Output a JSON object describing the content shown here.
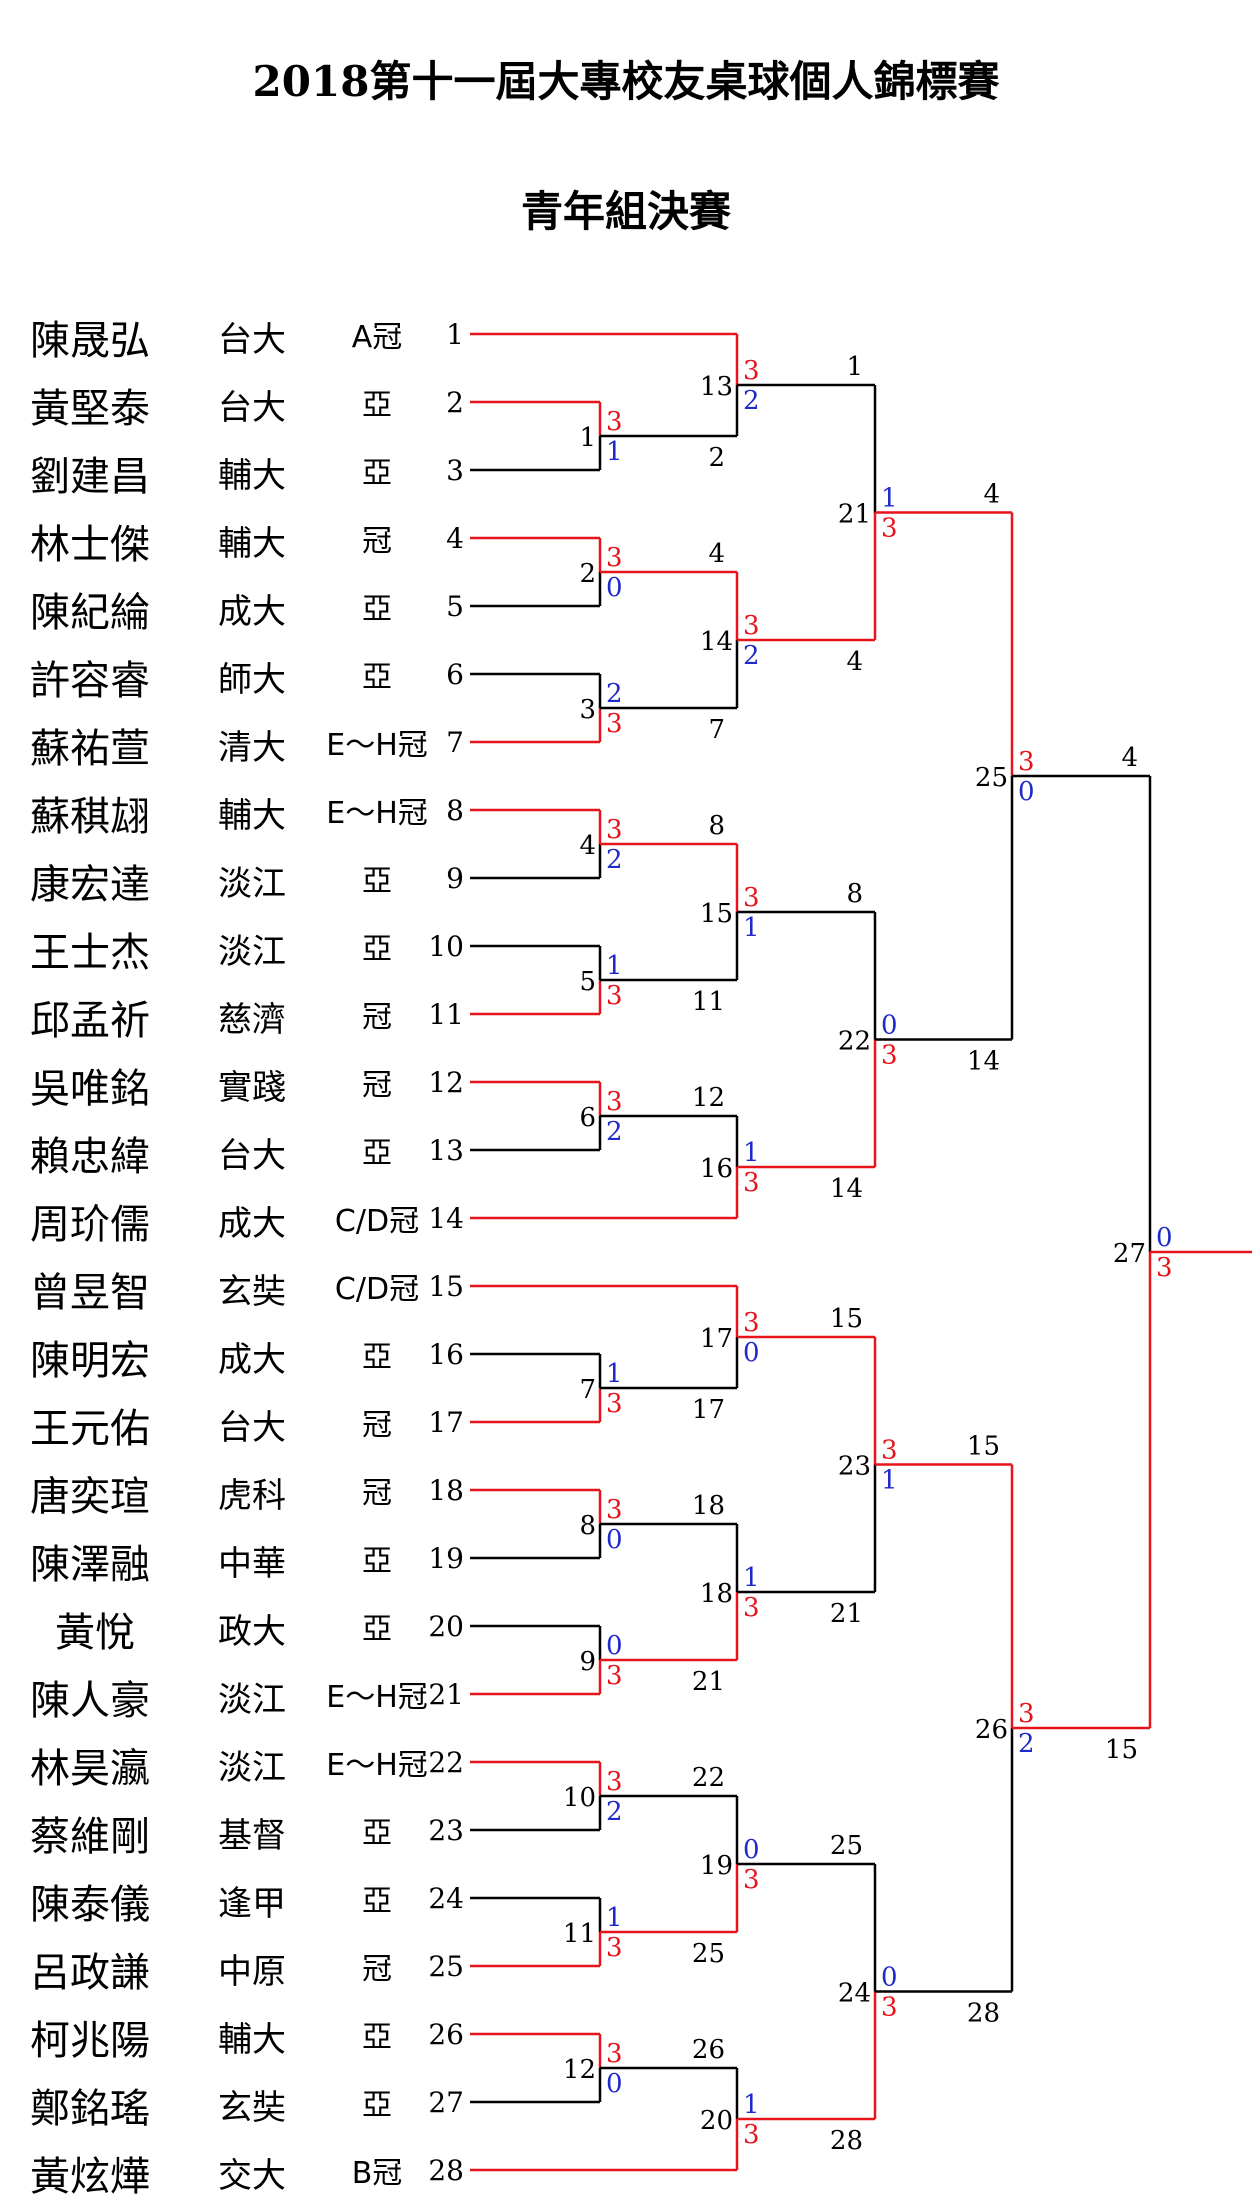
{
  "title": "2018第十一屆大專校友桌球個人錦標賽",
  "subtitle": "青年組決賽",
  "colors": {
    "winner_line": "#e8141c",
    "loser_line": "#000000",
    "win_score": "#e8141c",
    "lose_score": "#1f2ac8"
  },
  "players": [
    {
      "seed": "1",
      "name": "陳晟弘",
      "school": "台大",
      "note": "A冠"
    },
    {
      "seed": "2",
      "name": "黃堅泰",
      "school": "台大",
      "note": "亞"
    },
    {
      "seed": "3",
      "name": "劉建昌",
      "school": "輔大",
      "note": "亞"
    },
    {
      "seed": "4",
      "name": "林士傑",
      "school": "輔大",
      "note": "冠"
    },
    {
      "seed": "5",
      "name": "陳紀綸",
      "school": "成大",
      "note": "亞"
    },
    {
      "seed": "6",
      "name": "許容睿",
      "school": "師大",
      "note": "亞"
    },
    {
      "seed": "7",
      "name": "蘇祐萱",
      "school": "清大",
      "note": "E～H冠"
    },
    {
      "seed": "8",
      "name": "蘇稘翃",
      "school": "輔大",
      "note": "E～H冠"
    },
    {
      "seed": "9",
      "name": "康宏達",
      "school": "淡江",
      "note": "亞"
    },
    {
      "seed": "10",
      "name": "王士杰",
      "school": "淡江",
      "note": "亞"
    },
    {
      "seed": "11",
      "name": "邱孟祈",
      "school": "慈濟",
      "note": "冠"
    },
    {
      "seed": "12",
      "name": "吳唯銘",
      "school": "實踐",
      "note": "冠"
    },
    {
      "seed": "13",
      "name": "賴忠緯",
      "school": "台大",
      "note": "亞"
    },
    {
      "seed": "14",
      "name": "周玠儒",
      "school": "成大",
      "note": "C/D冠"
    },
    {
      "seed": "15",
      "name": "曾昱智",
      "school": "玄奘",
      "note": "C/D冠"
    },
    {
      "seed": "16",
      "name": "陳明宏",
      "school": "成大",
      "note": "亞"
    },
    {
      "seed": "17",
      "name": "王元佑",
      "school": "台大",
      "note": "冠"
    },
    {
      "seed": "18",
      "name": "唐奕瑄",
      "school": "虎科",
      "note": "冠"
    },
    {
      "seed": "19",
      "name": "陳澤融",
      "school": "中華",
      "note": "亞"
    },
    {
      "seed": "20",
      "name": "黃悅",
      "school": "政大",
      "note": "亞"
    },
    {
      "seed": "21",
      "name": "陳人豪",
      "school": "淡江",
      "note": "E～H冠"
    },
    {
      "seed": "22",
      "name": "林昊瀛",
      "school": "淡江",
      "note": "E～H冠"
    },
    {
      "seed": "23",
      "name": "蔡維剛",
      "school": "基督",
      "note": "亞"
    },
    {
      "seed": "24",
      "name": "陳泰儀",
      "school": "逢甲",
      "note": "亞"
    },
    {
      "seed": "25",
      "name": "呂政謙",
      "school": "中原",
      "note": "冠"
    },
    {
      "seed": "26",
      "name": "柯兆陽",
      "school": "輔大",
      "note": "亞"
    },
    {
      "seed": "27",
      "name": "鄭銘瑤",
      "school": "玄奘",
      "note": "亞"
    },
    {
      "seed": "28",
      "name": "黃炫燁",
      "school": "交大",
      "note": "B冠"
    }
  ],
  "matches": [
    {
      "id": "1",
      "top": "2",
      "bottom": "3",
      "top_score": "3",
      "bottom_score": "1",
      "top_label": "",
      "bottom_label": ""
    },
    {
      "id": "2",
      "top": "4",
      "bottom": "5",
      "top_score": "3",
      "bottom_score": "0",
      "top_label": "",
      "bottom_label": ""
    },
    {
      "id": "3",
      "top": "6",
      "bottom": "7",
      "top_score": "2",
      "bottom_score": "3",
      "top_label": "",
      "bottom_label": ""
    },
    {
      "id": "4",
      "top": "8",
      "bottom": "9",
      "top_score": "3",
      "bottom_score": "2",
      "top_label": "",
      "bottom_label": ""
    },
    {
      "id": "5",
      "top": "10",
      "bottom": "11",
      "top_score": "1",
      "bottom_score": "3",
      "top_label": "",
      "bottom_label": ""
    },
    {
      "id": "6",
      "top": "12",
      "bottom": "13",
      "top_score": "3",
      "bottom_score": "2",
      "top_label": "",
      "bottom_label": ""
    },
    {
      "id": "7",
      "top": "16",
      "bottom": "17",
      "top_score": "1",
      "bottom_score": "3",
      "top_label": "",
      "bottom_label": ""
    },
    {
      "id": "8",
      "top": "18",
      "bottom": "19",
      "top_score": "3",
      "bottom_score": "0",
      "top_label": "",
      "bottom_label": ""
    },
    {
      "id": "9",
      "top": "20",
      "bottom": "21",
      "top_score": "0",
      "bottom_score": "3",
      "top_label": "",
      "bottom_label": ""
    },
    {
      "id": "10",
      "top": "22",
      "bottom": "23",
      "top_score": "3",
      "bottom_score": "2",
      "top_label": "",
      "bottom_label": ""
    },
    {
      "id": "11",
      "top": "24",
      "bottom": "25",
      "top_score": "1",
      "bottom_score": "3",
      "top_label": "",
      "bottom_label": ""
    },
    {
      "id": "12",
      "top": "26",
      "bottom": "27",
      "top_score": "3",
      "bottom_score": "0",
      "top_label": "",
      "bottom_label": ""
    },
    {
      "id": "13",
      "top": "P1",
      "bottom": "M1",
      "top_score": "3",
      "bottom_score": "2",
      "top_label": "",
      "bottom_label": "2"
    },
    {
      "id": "14",
      "top": "M2",
      "bottom": "M3",
      "top_score": "3",
      "bottom_score": "2",
      "top_label": "4",
      "bottom_label": "7"
    },
    {
      "id": "15",
      "top": "M4",
      "bottom": "M5",
      "top_score": "3",
      "bottom_score": "1",
      "top_label": "8",
      "bottom_label": "11"
    },
    {
      "id": "16",
      "top": "M6",
      "bottom": "P14",
      "top_score": "1",
      "bottom_score": "3",
      "top_label": "12",
      "bottom_label": ""
    },
    {
      "id": "17",
      "top": "P15",
      "bottom": "M7",
      "top_score": "3",
      "bottom_score": "0",
      "top_label": "",
      "bottom_label": "17"
    },
    {
      "id": "18",
      "top": "M8",
      "bottom": "M9",
      "top_score": "1",
      "bottom_score": "3",
      "top_label": "18",
      "bottom_label": "21"
    },
    {
      "id": "19",
      "top": "M10",
      "bottom": "M11",
      "top_score": "0",
      "bottom_score": "3",
      "top_label": "22",
      "bottom_label": "25"
    },
    {
      "id": "20",
      "top": "M12",
      "bottom": "P28",
      "top_score": "1",
      "bottom_score": "3",
      "top_label": "26",
      "bottom_label": ""
    },
    {
      "id": "21",
      "top": "M13",
      "bottom": "M14",
      "top_score": "1",
      "bottom_score": "3",
      "top_label": "1",
      "bottom_label": "4"
    },
    {
      "id": "22",
      "top": "M15",
      "bottom": "M16",
      "top_score": "0",
      "bottom_score": "3",
      "top_label": "8",
      "bottom_label": "14"
    },
    {
      "id": "23",
      "top": "M17",
      "bottom": "M18",
      "top_score": "3",
      "bottom_score": "1",
      "top_label": "15",
      "bottom_label": "21"
    },
    {
      "id": "24",
      "top": "M19",
      "bottom": "M20",
      "top_score": "0",
      "bottom_score": "3",
      "top_label": "25",
      "bottom_label": "28"
    },
    {
      "id": "25",
      "top": "M21",
      "bottom": "M22",
      "top_score": "3",
      "bottom_score": "0",
      "top_label": "4",
      "bottom_label": "14"
    },
    {
      "id": "26",
      "top": "M23",
      "bottom": "M24",
      "top_score": "3",
      "bottom_score": "2",
      "top_label": "15",
      "bottom_label": "28"
    },
    {
      "id": "27",
      "top": "M25",
      "bottom": "M26",
      "top_score": "0",
      "bottom_score": "3",
      "top_label": "4",
      "bottom_label": "15"
    }
  ]
}
